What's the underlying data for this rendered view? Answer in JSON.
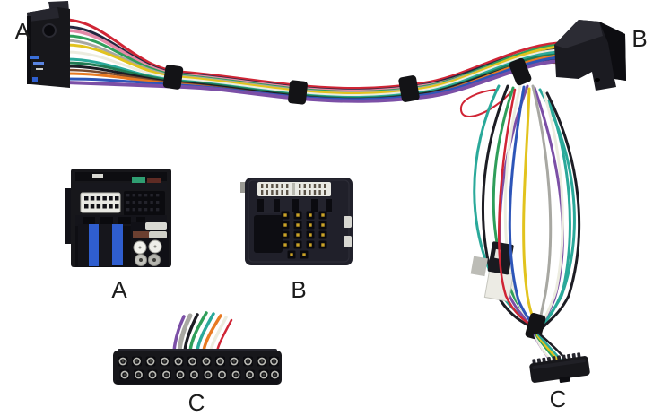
{
  "photo": {
    "labels": {
      "harness_end_a": "A",
      "harness_end_b": "B",
      "closeup_a": "A",
      "closeup_b": "B",
      "closeup_c": "C",
      "branch_end_c": "C"
    },
    "details": {
      "closeup_c_socket_rows": 2,
      "closeup_c_sockets_per_row": 12,
      "closeup_b_pin_columns": 4,
      "closeup_b_pin_rows": 4,
      "closeup_a_blue_keys": 2,
      "closeup_a_round_contacts": 4
    },
    "colors": {
      "background": "#ffffff",
      "label_text": "#1c1c1c",
      "connector_body": "#17171b",
      "connector_dark": "#0d0d11",
      "connector_mid": "#26262e",
      "insert_white": "#e9e9e3",
      "key_blue": "#2f5ecf",
      "pin_gold": "#c9a227",
      "metal_silver": "#bcbcb6",
      "tape": "#131316",
      "wire_red": "#d02535",
      "wire_orange": "#e87a22",
      "wire_yellow": "#e2c31e",
      "wire_green": "#2f9e5a",
      "wire_dark_green": "#1f7a52",
      "wire_teal": "#2aa99a",
      "wire_blue": "#2d55b8",
      "wire_navy": "#242840",
      "wire_purple": "#7b4fa6",
      "wire_pink": "#e58aa8",
      "wire_white": "#ececdf",
      "wire_black": "#1d1d24",
      "wire_grey": "#a8a8a2",
      "wire_brown": "#7a4a2e"
    }
  }
}
